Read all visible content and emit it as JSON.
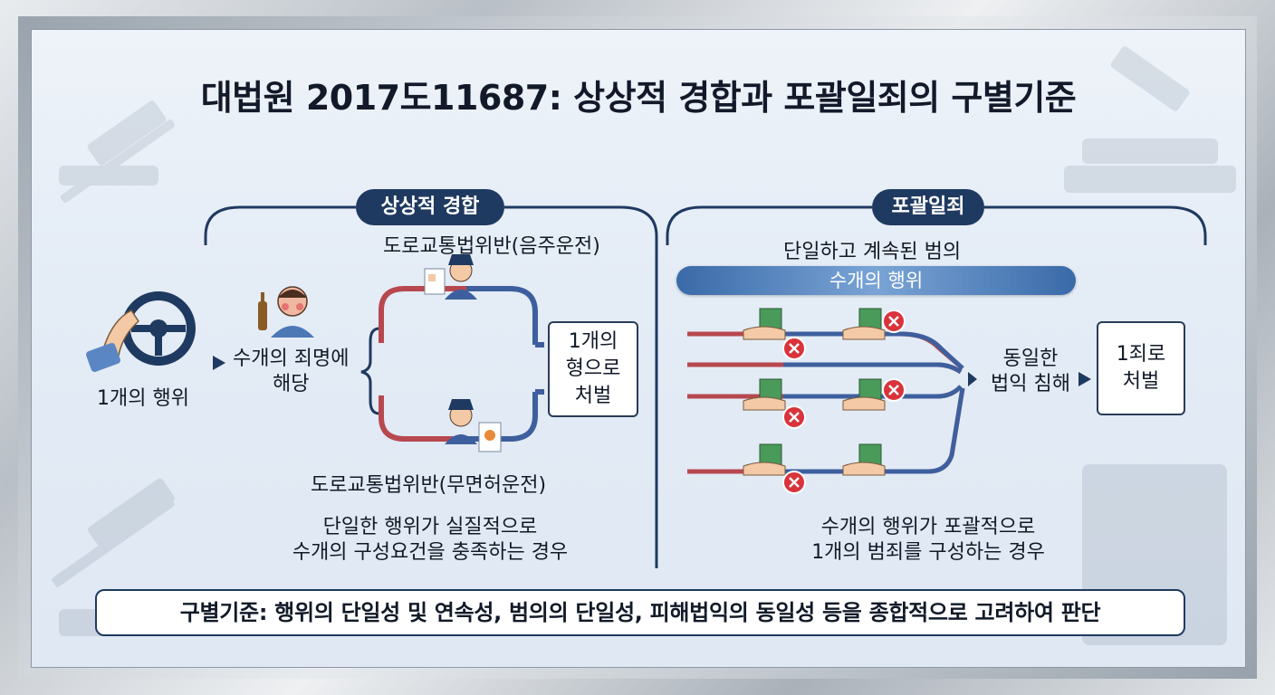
{
  "title": "대법원 2017도11687: 상상적 경합과 포괄일죄의 구별기준",
  "left": {
    "header": "상상적 경합",
    "act_label": "1개의 행위",
    "applies_label_line1": "수개의 죄명에",
    "applies_label_line2": "해당",
    "top_crime": "도로교통법위반(음주운전)",
    "bottom_crime": "도로교통법위반(무면허운전)",
    "result_line1": "1개의",
    "result_line2": "형으로",
    "result_line3": "처벌",
    "caption_line1": "단일한 행위가 실질적으로",
    "caption_line2": "수개의 구성요건을 충족하는 경우"
  },
  "right": {
    "header": "포괄일죄",
    "intent_label": "단일하고 계속된 범의",
    "acts_bar": "수개의 행위",
    "merge_label_line1": "동일한",
    "merge_label_line2": "법익 침해",
    "result_line1": "1죄로",
    "result_line2": "처벌",
    "caption_line1": "수개의 행위가 포괄적으로",
    "caption_line2": "1개의 범죄를 구성하는 경우"
  },
  "criteria": "구별기준: 행위의 단일성 및 연속성, 범의의 단일성, 피해법익의 동일성 등을 종합적으로 고려하여 판단",
  "colors": {
    "navy": "#1f3a60",
    "red_path": "#b8484f",
    "blue_path": "#3e5f9e",
    "x_badge": "#d9333b"
  },
  "icons": [
    "steering-wheel-icon",
    "drunk-driver-icon",
    "police-officer-icon",
    "money-hand-icon",
    "x-mark-icon",
    "gavel-icon",
    "book-icon"
  ]
}
